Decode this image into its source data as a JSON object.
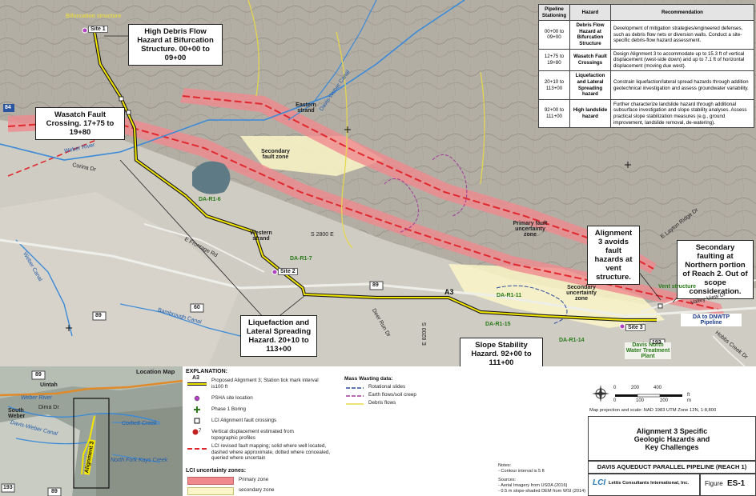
{
  "table": {
    "headers": [
      "Pipeline Stationing",
      "Hazard",
      "Recommendation"
    ],
    "rows": [
      [
        "00+00 to 09+00",
        "Debris Flow Hazard at Bifurcation Structure",
        "Development of mitigation strategies/engineered defenses, such as debris flow nets or diversion walls. Conduct a site-specific debris-flow hazard assessment."
      ],
      [
        "12+75 to 19+80",
        "Wasatch Fault Crossings",
        "Design Alignment 3 to accommodate up to 15.3 ft of vertical displacement (west-side down) and up to 7.1 ft of horizontal displacement (moving due west)."
      ],
      [
        "20+10 to 113+00",
        "Liquefaction and Lateral Spreading hazard",
        "Constrain liquefaction/lateral spread hazards through addition geotechnical investigation and assess groundwater variability."
      ],
      [
        "92+00 to 111+00",
        "High landslide hazard",
        "Further characterize landslide hazard through additional subsurface investigation and slope stability analyses. Assess practical slope stabilization measures (e.g., ground improvement, landslide removal, de-watering)."
      ]
    ]
  },
  "callouts": {
    "debris": "High Debris Flow Hazard at Bifurcation Structure. 00+00 to 09+00",
    "wasatch": "Wasatch Fault Crossing. 17+75 to 19+80",
    "liquefaction": "Liquefaction and Lateral Spreading Hazard. 20+10 to 113+00",
    "slope": "Slope Stability Hazard. 92+00 to 111+00",
    "alignment_vent": "Alignment 3 avoids fault hazards at vent structure.",
    "secondary_faulting": "Secondary faulting at Northern portion of Reach 2. Out of scope consideration."
  },
  "map_labels": {
    "bifurcation": "Bifurcation structure",
    "eastern_strand": "Eastern strand",
    "western_strand": "Western strand",
    "secondary_fault_zone": "Secondary fault zone",
    "primary_fault_zone": "Primary fault uncertainty zone",
    "secondary_uncertainty_zone": "Secondary uncertainty zone",
    "corina_dr": "Corina Dr",
    "e_frontage_rd": "E Frontage Rd",
    "s_2800_e": "S 2800 E",
    "valley_view_dr": "Valley View Dr",
    "e_layton_ridge_dr": "E Layton Ridge Dr",
    "hobbs_creek_dr": "Hobbs Creek Dr",
    "deer_run_dr": "Deer Run Dr",
    "e_8200_s": "E 8200 S",
    "bambrough_canal": "Bambrough Canal",
    "weber_river": "Weber River",
    "weber_canal": "Weber Canal",
    "davis_weber_canal": "Davis-Weber Canal",
    "a3": "A3",
    "vent_structure": "Vent structure",
    "to_dnwtp": "DA to DNWTP Pipeline",
    "davis_plant": "Davis North Water Treatment Plant",
    "route_84": "84",
    "route_89": "89",
    "route_60": "60",
    "route_193": "193"
  },
  "sites": [
    "Site 1",
    "Site 2",
    "Site 3"
  ],
  "borings": [
    "DA-R1-6",
    "DA-R1-7",
    "DA-R1-11",
    "DA-R1-15",
    "DA-R1-14"
  ],
  "inset": {
    "title": "Location Map",
    "labels": [
      "Uintah",
      "South Weber",
      "Weber River",
      "Davis-Weber Canal",
      "Dima Dr",
      "Corbett Creek",
      "North Fork Kays Creek",
      "Alignment 3"
    ]
  },
  "explanation": {
    "title": "EXPLANATION:",
    "items": [
      {
        "key": "A3",
        "text": "Proposed Alignment 3; Station tick mark interval is100 ft"
      },
      {
        "key": "psha",
        "text": "PSHA site location"
      },
      {
        "key": "boring",
        "text": "Phase 1 Boring"
      },
      {
        "key": "crossing",
        "text": "LCI Alignment fault crossings"
      },
      {
        "key": "vert",
        "text": "Vertical displacement estimated from topographic profiles"
      },
      {
        "key": "fault",
        "text": "LCI revised fault mapping; solid where well located, dashed where approximate, dotted where concealed, queried where uncertain"
      }
    ],
    "zones_title": "LCI uncertainty zones:",
    "zones": [
      "Primary zone",
      "secondary zone"
    ],
    "mass_title": "Mass Wasting data:",
    "mass": [
      "Rotational slides",
      "Earth flows/soil creep",
      "Debris flows"
    ],
    "notes": [
      "Notes:",
      "- Contour interval is 5 ft",
      "",
      "Sources:",
      "- Aerial Imagery from USDA (2016)",
      "- 0.5 m slope-shaded DEM from WSI (2014)"
    ]
  },
  "scale": {
    "ft_label": "ft",
    "ft_ticks": [
      "0",
      "200",
      "400"
    ],
    "m_label": "m",
    "m_ticks": [
      "0",
      "100",
      "200"
    ],
    "projection": "Map projection and scale: NAD 1983 UTM Zone 12N, 1:8,800"
  },
  "titleblock": {
    "title": "Alignment 3 Specific Geologic Hazards and Key Challenges",
    "project": "DAVIS AQUEDUCT PARALLEL PIPELINE (REACH 1)",
    "company": "Lettis Consultants International, Inc.",
    "logo": "LCI",
    "figure_label": "Figure",
    "figure_no": "ES-1"
  },
  "colors": {
    "primary_zone": "#f08a8f",
    "secondary_zone": "#fbf6c8",
    "fault": "#e0282e",
    "alignment": "#f2e600",
    "earthflow": "#a03a9a",
    "debris": "#e6d84a",
    "rotational": "#2a4aa0",
    "river": "#3a8ad8"
  }
}
